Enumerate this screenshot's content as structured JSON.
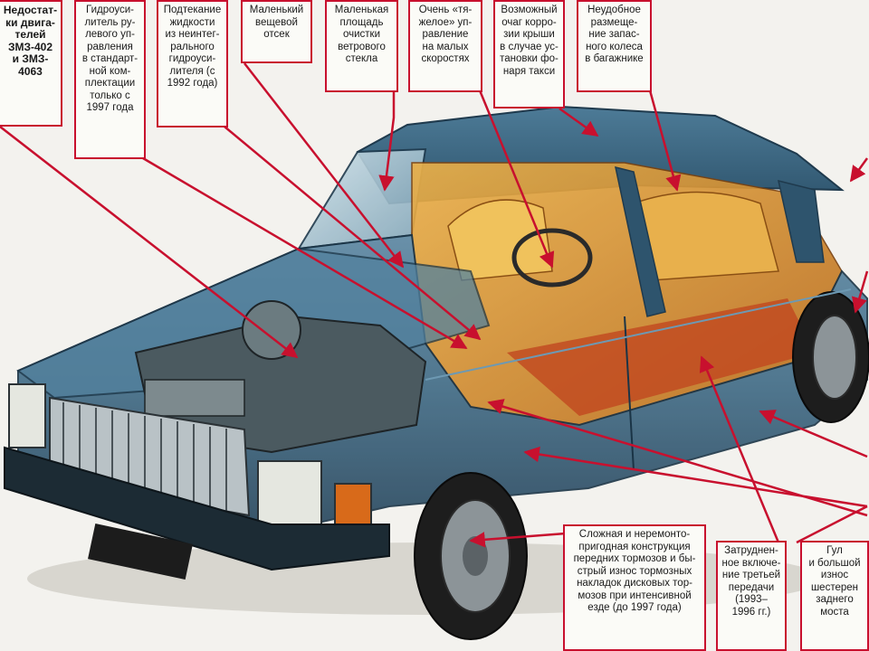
{
  "callouts": [
    {
      "id": "engine-shortcomings",
      "text": "Недостат-\nки двига-\nтелей\nЗМЗ-402\nи ЗМЗ-\n4063",
      "bold": true
    },
    {
      "id": "left-hand-power-steering",
      "text": "Гидроуси-\nлитель ру-\nлевого уп-\nравления\nв стандарт-\nной ком-\nплектации\nтолько с\n1997 года",
      "bold": false
    },
    {
      "id": "fluid-leakage",
      "text": "Подтекание\nжидкости\nиз неинтег-\nрального\nгидроуси-\nлителя (с\n1992 года)",
      "bold": false
    },
    {
      "id": "small-glovebox",
      "text": "Маленький\nвещевой\nотсек",
      "bold": false
    },
    {
      "id": "small-wiper-area",
      "text": "Маленькая\nплощадь\nочистки\nветрового\nстекла",
      "bold": false
    },
    {
      "id": "heavy-steering",
      "text": "Очень «тя-\nжелое» уп-\nравление\nна малых\nскоростях",
      "bold": false
    },
    {
      "id": "roof-corrosion",
      "text": "Возможный\nочаг корро-\nзии крыши\nв случае ус-\nтановки фо-\nнаря такси",
      "bold": false
    },
    {
      "id": "spare-wheel-placement",
      "text": "Неудобное\nразмеще-\nние запас-\nного колеса\nв багажнике",
      "bold": false
    },
    {
      "id": "front-brakes",
      "text": "Сложная и неремонто-\nпригодная конструкция\nпередних тормозов и бы-\nстрый износ тормозных\nнакладок дисковых тор-\nмозов при интенсивной\nезде (до 1997 года)",
      "bold": false
    },
    {
      "id": "third-gear",
      "text": "Затруднен-\nное включе-\nние третьей\nпередачи\n(1993–\n1996 гг.)",
      "bold": false
    },
    {
      "id": "rear-axle-noise",
      "text": "Гул\nи большой\nизнос\nшестерен\nзаднего\nмоста",
      "bold": false
    }
  ],
  "colors": {
    "accent": "#c8102e",
    "car_body": "#3f6a85",
    "interior": "#d9962e",
    "background": "#f3f2ee"
  }
}
